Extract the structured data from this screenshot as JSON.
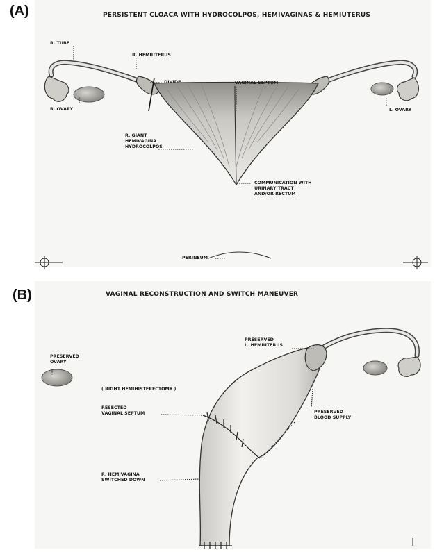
{
  "panel_a": {
    "letter": "(A)",
    "title": "PERSISTENT CLOACA WITH HYDROCOLPOS, HEMIVAGINAS & HEMIUTERUS",
    "labels": {
      "r_tube": "R. TUBE",
      "r_hemiuterus": "R. HEMIUTERUS",
      "divide": "DIVIDE",
      "vaginal_septum": "VAGINAL SEPTUM",
      "r_ovary": "R. OVARY",
      "l_ovary": "L. OVARY",
      "r_giant_1": "R. GIANT",
      "r_giant_2": "HEMIVAGINA",
      "r_giant_3": "HYDROCOLPOS",
      "comm_1": "COMMUNICATION WITH",
      "comm_2": "URINARY TRACT",
      "comm_3": "AND/OR RECTUM",
      "perineum": "PERINEUM"
    }
  },
  "panel_b": {
    "letter": "(B)",
    "title": "VAGINAL RECONSTRUCTION AND SWITCH MANEUVER",
    "labels": {
      "pres_l_hemi_1": "PRESERVED",
      "pres_l_hemi_2": "L. HEMIUTERUS",
      "pres_ovary_1": "PRESERVED",
      "pres_ovary_2": "OVARY",
      "right_hemi": "( RIGHT HEMIHISTERECTOMY )",
      "resected_1": "RESECTED",
      "resected_2": "VAGINAL SEPTUM",
      "blood_1": "PRESERVED",
      "blood_2": "BLOOD SUPPLY",
      "switched_1": "R. HEMIVAGINA",
      "switched_2": "SWITCHED DOWN"
    }
  },
  "colors": {
    "plate": "#f6f6f4",
    "ink": "#1b1b1b",
    "tissue": "#d9d8d4",
    "shadow": "#a9a8a3"
  }
}
